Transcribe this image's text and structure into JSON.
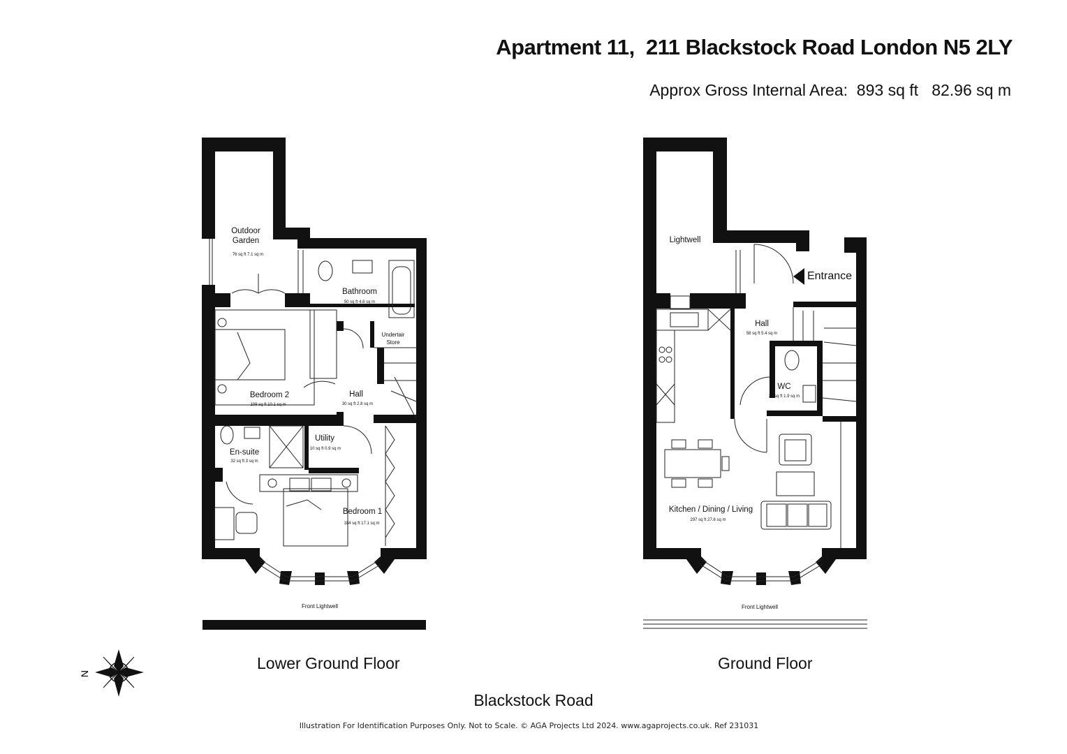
{
  "header": {
    "title": "Apartment 11,  211 Blackstock Road London N5 2LY",
    "area": "Approx Gross Internal Area:  893 sq ft   82.96 sq m"
  },
  "floors": {
    "lower": {
      "label": "Lower Ground Floor",
      "rooms": {
        "outdoor_garden": {
          "name_line1": "Outdoor",
          "name_line2": "Garden",
          "size": "76 sq ft  7.1 sq m"
        },
        "bathroom": {
          "name": "Bathroom",
          "size": "50 sq ft  4.6 sq m"
        },
        "undertair_store": {
          "name_line1": "Undertair",
          "name_line2": "Store"
        },
        "bedroom2": {
          "name": "Bedroom 2",
          "size": "109 sq ft  10.1 sq m"
        },
        "hall": {
          "name": "Hall",
          "size": "30 sq ft  2.8 sq m"
        },
        "utility": {
          "name": "Utility",
          "size": "10 sq ft 0.9 sq m"
        },
        "ensuite": {
          "name": "En-suite",
          "size": "32 sq ft  3 sq m"
        },
        "bedroom1": {
          "name": "Bedroom 1",
          "size": "184 sq ft  17.1 sq m"
        }
      },
      "front_lightwell": "Front Lightwell"
    },
    "ground": {
      "label": "Ground Floor",
      "rooms": {
        "lightwell": {
          "name": "Lightwell"
        },
        "entrance": {
          "name": "Entrance"
        },
        "hall": {
          "name": "Hall",
          "size": "58 sq ft  5.4 sq m"
        },
        "wc": {
          "name": "WC",
          "size": "20 sq ft  1.9 sq m"
        },
        "kitchen": {
          "name": "Kitchen / Dining / Living",
          "size": "297 sq ft  27.6 sq m"
        }
      },
      "front_lightwell": "Front Lightwell"
    }
  },
  "compass": {
    "north_label": "N"
  },
  "road": "Blackstock Road",
  "footer": "Illustration For Identification Purposes Only. Not to Scale. © AGA Projects Ltd 2024. www.agaprojects.co.uk. Ref 231031",
  "colors": {
    "walls": "#111111",
    "background": "#ffffff"
  }
}
